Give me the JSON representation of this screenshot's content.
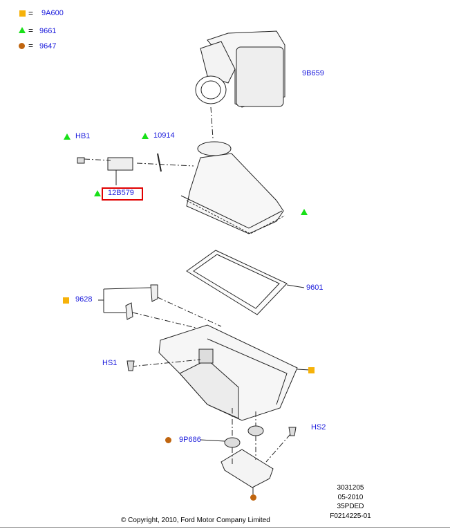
{
  "legend": [
    {
      "symbol": "square",
      "color": "#f6b20a",
      "equals": "=",
      "part": "9A600"
    },
    {
      "symbol": "triangle",
      "color": "#18e018",
      "equals": "=",
      "part": "9661"
    },
    {
      "symbol": "circle",
      "color": "#c0650f",
      "equals": "=",
      "part": "9647"
    }
  ],
  "callouts": {
    "outlet_tube": "9B659",
    "hb1": "HB1",
    "seal": "10914",
    "sensor": "12B579",
    "element": "9601",
    "clip": "9628",
    "hs1": "HS1",
    "grommet": "9P686",
    "hs2": "HS2"
  },
  "codes": [
    "3031205",
    "05-2010",
    "35PDED",
    "F0214225-01"
  ],
  "footer": "© Copyright, 2010, Ford Motor Company Limited"
}
